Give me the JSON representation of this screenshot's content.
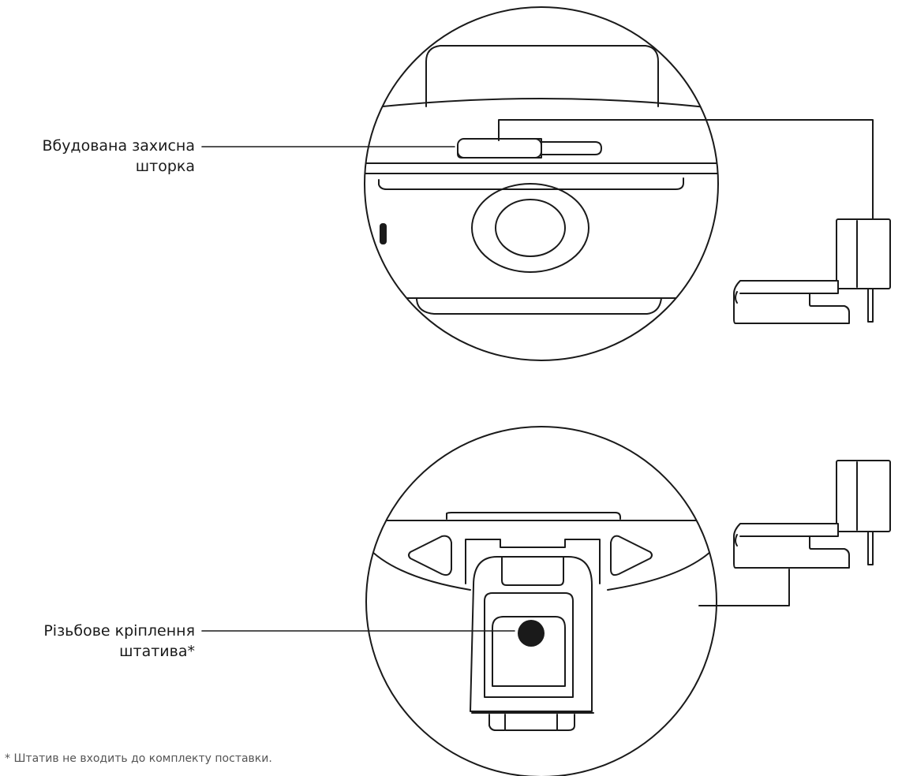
{
  "labels": {
    "shutter_line1": "Вбудована захисна",
    "shutter_line2": "шторка",
    "tripod_line1": "Різьбове кріплення",
    "tripod_line2": "штатива*"
  },
  "footnote": "* Штатив не входить до комплекту поставки.",
  "colors": {
    "line": "#1a1a1a",
    "background": "#ffffff",
    "footnote_text": "#555555"
  },
  "icons": {
    "top_detail": "webcam-front-shutter-closeup-icon",
    "top_small": "webcam-side-mounted-icon",
    "bottom_detail": "webcam-bottom-tripod-mount-closeup-icon",
    "bottom_small": "webcam-side-mounted-icon"
  }
}
